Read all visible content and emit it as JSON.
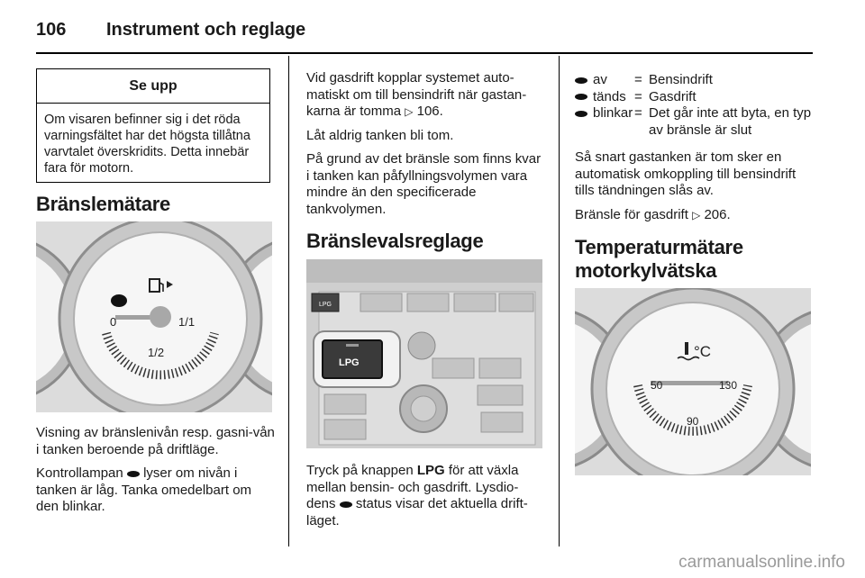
{
  "header": {
    "page_number": "106",
    "title": "Instrument och reglage"
  },
  "warning": {
    "heading": "Se upp",
    "text": "Om visaren befinner sig i det röda varningsfältet har det högsta tillåtna varvtalet överskridits. Detta innebär fara för motorn."
  },
  "fuel_gauge": {
    "heading": "Bränslemätare",
    "image_labels": {
      "empty": "0",
      "half": "1/2",
      "full": "1/1"
    },
    "para1": "Visning av bränslenivån resp. gasni-vån i tanken beroende på driftläge.",
    "para2_before": "Kontrollampan",
    "para2_after": "lyser om nivån i tanken är låg. Tanka omedelbart om den blinkar."
  },
  "middle": {
    "para1_before": "Vid gasdrift kopplar systemet auto-matiskt om till bensindrift när gastan-karna är tomma",
    "para1_ref": "106.",
    "para2": "Låt aldrig tanken bli tom.",
    "para3": "På grund av det bränsle som finns kvar i tanken kan påfyllningsvolymen vara mindre än den specificerade tankvolymen.",
    "heading": "Bränslevalsreglage",
    "image_labels": {
      "button_small": "LPG",
      "button_large": "LPG"
    },
    "para4_a": "Tryck på knappen",
    "para4_bold": "LPG",
    "para4_b": "för att växla mellan bensin- och gasdrift. Lysdio-dens",
    "para4_c": "status visar det aktuella drift-läget."
  },
  "right": {
    "status_rows": [
      {
        "state": "av",
        "eq": "=",
        "meaning": "Bensindrift"
      },
      {
        "state": "tänds",
        "eq": "=",
        "meaning": "Gasdrift"
      },
      {
        "state": "blinkar",
        "eq": "=",
        "meaning": "Det går inte att byta, en typ av bränsle är slut"
      }
    ],
    "para1": "Så snart gastanken är tom sker en automatisk omkoppling till bensindrift tills tändningen slås av.",
    "para2_before": "Bränsle för gasdrift",
    "para2_ref": "206.",
    "heading_line1": "Temperaturmätare",
    "heading_line2": "motorkylvätska",
    "image_labels": {
      "unit": "°C",
      "low": "50",
      "mid": "90",
      "high": "130"
    }
  },
  "watermark": "carmanualsonline.info"
}
